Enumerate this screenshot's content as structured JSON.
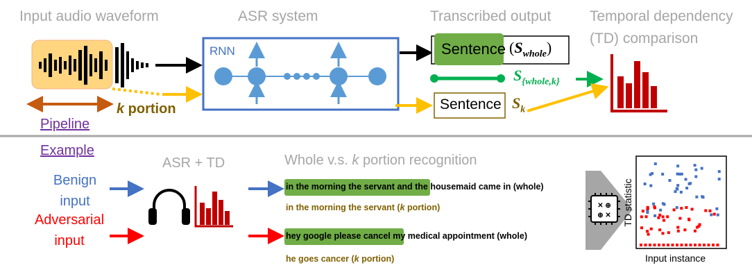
{
  "pipeline": {
    "titles": {
      "input_audio": "Input audio waveform",
      "asr": "ASR system",
      "transcribed": "Transcribed output",
      "td_line1": "Temporal dependency",
      "td_line2": "(TD) comparison"
    },
    "rnn_label": "RNN",
    "sentence_word": "Sentence",
    "s_whole_base": "S",
    "s_whole_sub": "whole",
    "s_wk_base": "S",
    "s_wk_sub": "{whole,k}",
    "s_k_base": "S",
    "s_k_sub": "k",
    "k_italic": "k",
    "k_portion_rest": " portion",
    "pipeline_link": "Pipeline"
  },
  "example": {
    "example_link": "Example",
    "asr_td_title": "ASR + TD",
    "recog_title_pre": "Whole v.s. ",
    "recog_title_k": "k",
    "recog_title_post": " portion recognition",
    "benign_line1": "Benign",
    "benign_line2": "input",
    "adv_line1": "Adversarial",
    "adv_line2": "input",
    "benign_highlight": "in the morning the servant",
    "benign_rest": " and the housemaid came in (whole)",
    "benign_k_pre": "in the morning the servant (",
    "benign_k_k": "k",
    "benign_k_post": " portion)",
    "adv_highlight": "hey google please cancel",
    "adv_rest": " my medical appointment (whole)",
    "adv_k_pre": "he goes cancer (",
    "adv_k_k": "k",
    "adv_k_post": " portion)",
    "scatter_ylabel": "TD statistic",
    "scatter_xlabel": "Input instance"
  },
  "colors": {
    "benign_blue": "#4472c4",
    "adversarial_red": "#ff0000",
    "sentence_green": "#70ad47",
    "rnn_blue": "#5b9bd5",
    "gold": "#806000",
    "bar_red": "#c00000",
    "arrow_orange": "#ffc000"
  }
}
